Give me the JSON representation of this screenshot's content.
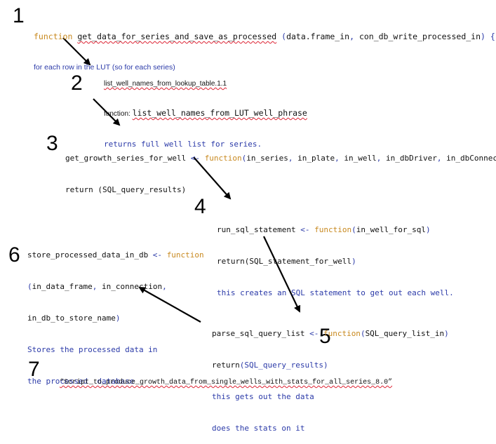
{
  "steps": [
    {
      "num": "1"
    },
    {
      "num": "2"
    },
    {
      "num": "3"
    },
    {
      "num": "4"
    },
    {
      "num": "5"
    },
    {
      "num": "6"
    },
    {
      "num": "7"
    }
  ],
  "block1": {
    "keyword": "function",
    "name": "get_data_for_series_and_save_as_processed",
    "open_paren": " (",
    "args": "data.frame_in",
    "comma": ", ",
    "args2": "con_db_write_processed_in",
    "close": ")",
    "brace": " {",
    "note": "for each row in the LUT (so for each series)"
  },
  "block2": {
    "file": "list_well_names_from_lookup_table.1.1",
    "fn_label": "function: ",
    "fn_name": "list_well_names_from_LUT_well_phrase",
    "note": "returns full well list for series."
  },
  "block3": {
    "name": "get_growth_series_for_well",
    "arrow": " <- ",
    "keyword": "function",
    "open": "(",
    "a1": "in_series",
    "a2": "in_plate",
    "a3": "in_well",
    "a4": "in_dbDriver",
    "a5": "in_dbConnect",
    "close": ")",
    "comma": ", ",
    "return_line": "return (SQL_query_results)"
  },
  "block4": {
    "name": "run_sql_statement",
    "arrow": " <- ",
    "keyword": "function",
    "open": "(",
    "arg": "in_well_for_sql",
    "close": ")",
    "return_kw": "return(",
    "return_val": "SQL_statement_for_well",
    "return_close": ")",
    "note": "this creates an SQL statement to get out each well."
  },
  "block5": {
    "name": "parse_sql_query_list",
    "arrow": " <- ",
    "keyword": "function",
    "open": "(",
    "arg": "SQL_query_list_in",
    "close": ")",
    "return_kw": "return",
    "return_val": "(SQL_query_results)",
    "note1": "this gets out the data",
    "note2": "does the stats on it"
  },
  "block6": {
    "name": "store_processed_data_in_db",
    "arrow": " <- ",
    "keyword": "function",
    "open": "(",
    "a1": "in_data_frame",
    "comma": ", ",
    "a2": "in_connection",
    "a2_trail": ",",
    "a3": "in_db_to_store_name",
    "close": ")",
    "note1": "Stores the processed data in",
    "note2": "the processed  database"
  },
  "block7": {
    "script_name": "“Script_to_produce_growth_data_from_single_wells_with_stats_for_all_series_8.0”"
  }
}
